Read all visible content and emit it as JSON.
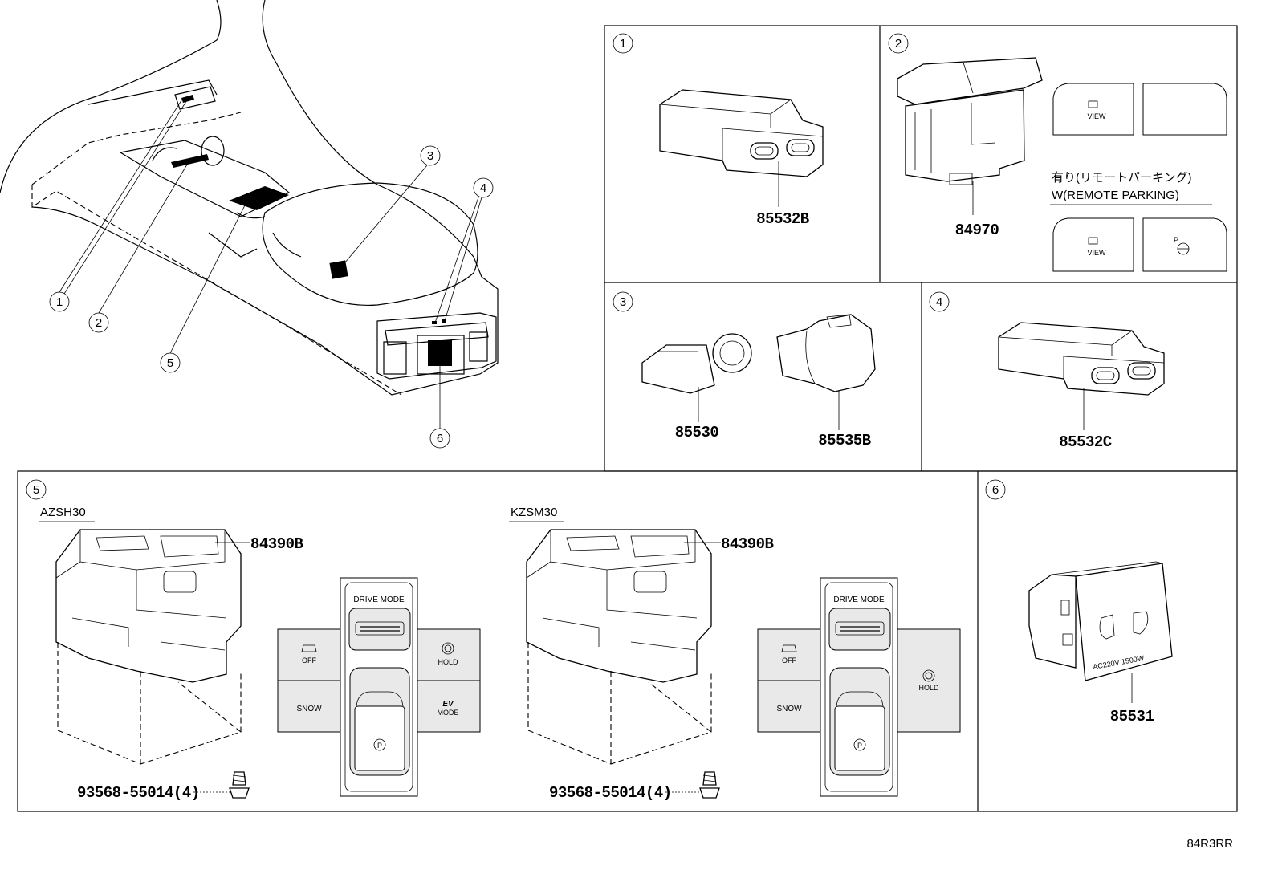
{
  "diagram_code": "84R3RR",
  "callouts": [
    "1",
    "2",
    "3",
    "4",
    "5",
    "6"
  ],
  "panels": {
    "p1": {
      "num": "1",
      "part": "85532B"
    },
    "p2": {
      "num": "2",
      "part": "84970",
      "note_jp": "有り(リモートパーキング)",
      "note_en": "W(REMOTE PARKING)",
      "view_label": "VIEW"
    },
    "p3": {
      "num": "3",
      "part_a": "85530",
      "part_b": "85535B"
    },
    "p4": {
      "num": "4",
      "part": "85532C"
    },
    "p5": {
      "num": "5",
      "left": {
        "model": "AZSH30",
        "part": "84390B",
        "screw": "93568-55014(4)"
      },
      "right": {
        "model": "KZSM30",
        "part": "84390B",
        "screw": "93568-55014(4)"
      },
      "drive_mode": "DRIVE MODE",
      "off": "OFF",
      "hold": "HOLD",
      "snow": "SNOW",
      "ev": "EV",
      "ev_mode": "MODE",
      "p": "P"
    },
    "p6": {
      "num": "6",
      "part": "85531",
      "rating": "AC220V  1500W"
    }
  }
}
